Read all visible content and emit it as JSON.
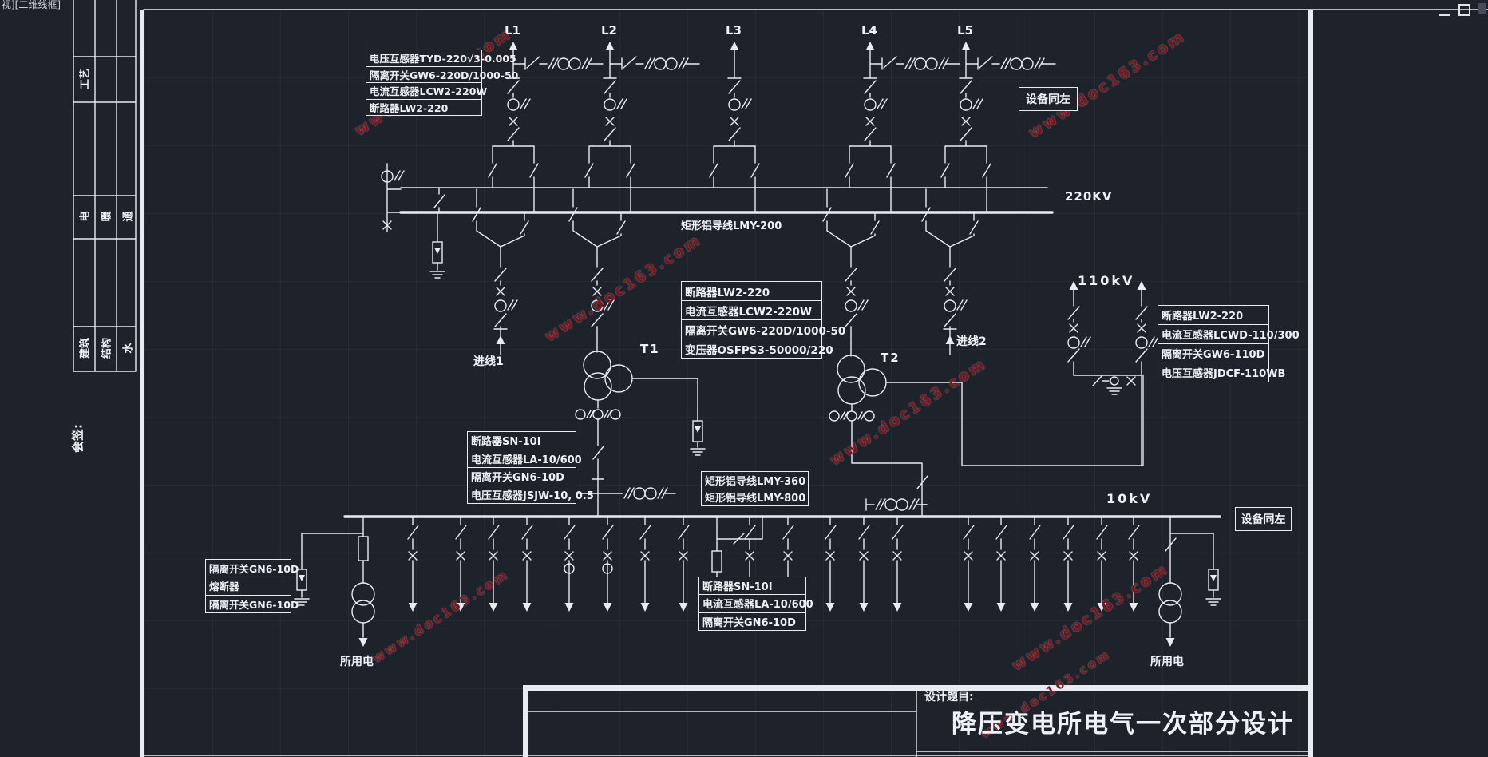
{
  "window": {
    "viewport_label": "视][二维线框]",
    "controls": {
      "minimize": "minimize",
      "restore": "restore",
      "close": "close"
    }
  },
  "panel": {
    "row_top": [
      "工艺"
    ],
    "row_mid": [
      "电",
      "暖",
      "通"
    ],
    "row_bottom": [
      "建筑",
      "结构",
      "水"
    ],
    "signature": "会签:"
  },
  "labels": {
    "lines": [
      "L1",
      "L2",
      "L3",
      "L4",
      "L5"
    ],
    "v220": "220KV",
    "v110": "110kV",
    "v10": "10kV",
    "bus220": "矩形铝导线LMY-200",
    "t1": "T1",
    "t2": "T2",
    "in1": "进线1",
    "in2": "进线2",
    "service_left": "所用电",
    "service_right": "所用电",
    "same_top": "设备同左",
    "same_right": "设备同左"
  },
  "label_boxes": {
    "top_left": {
      "rows": [
        "电压互感器TYD-220√3-0.005",
        "隔离开关GW6-220D/1000-50",
        "电流互感器LCW2-220W",
        "断路器LW2-220"
      ]
    },
    "mid_220": {
      "rows": [
        "断路器LW2-220",
        "电流互感器LCW2-220W",
        "隔离开关GW6-220D/1000-50",
        "变压器OSFPS3-50000/220"
      ]
    },
    "right_110": {
      "rows": [
        "断路器LW2-220",
        "电流互感器LCWD-110/300",
        "隔离开关GW6-110D",
        "电压互感器JDCF-110WB"
      ]
    },
    "left_10": {
      "rows": [
        "断路器SN-10I",
        "电流互感器LA-10/600",
        "隔离开关GN6-10D",
        "电压互感器JSJW-10, 0.5"
      ]
    },
    "busbar_10": {
      "rows": [
        "矩形铝导线LMY-360",
        "矩形铝导线LMY-800"
      ]
    },
    "bottom_left": {
      "rows": [
        "隔离开关GN6-10D",
        "熔断器",
        "隔离开关GN6-10D"
      ]
    },
    "bottom_mid": {
      "rows": [
        "断路器SN-10I",
        "电流互感器LA-10/600",
        "隔离开关GN6-10D"
      ]
    }
  },
  "title_block": {
    "caption": "设计题目:",
    "title": "降压变电所电气一次部分设计"
  },
  "watermark": {
    "text": "www.doc163.com"
  },
  "colors": {
    "background": "#1e222b",
    "line": "#e8ebf2",
    "watermark": "#7a151c"
  }
}
